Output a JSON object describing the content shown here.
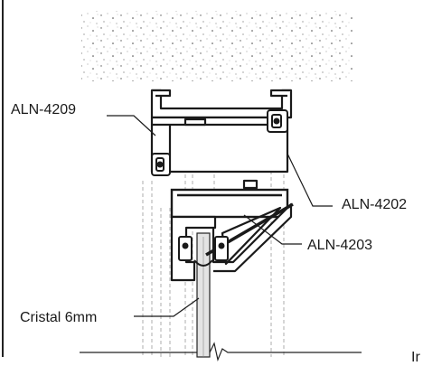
{
  "labels": {
    "aln_4209": "ALN-4209",
    "aln_4202": "ALN-4202",
    "aln_4203": "ALN-4203",
    "cristal": "Cristal 6mm",
    "corner_text": "Ir"
  },
  "colors": {
    "ink": "#1a1a1a",
    "profile_fill": "#ffffff",
    "glass": "#d9d9d9"
  }
}
